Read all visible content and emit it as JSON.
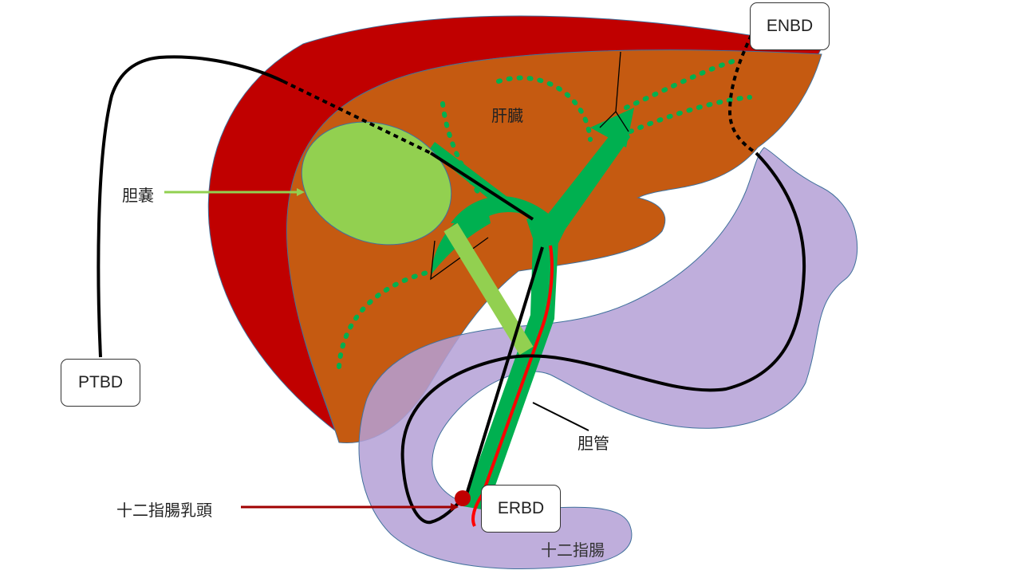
{
  "labels": {
    "liver": "肝臓",
    "gallbladder": "胆嚢",
    "bile_duct": "胆管",
    "papilla": "十二指腸乳頭",
    "duodenum": "十二指腸"
  },
  "drains": {
    "ptbd": "PTBD",
    "enbd": "ENBD",
    "erbd": "ERBD"
  },
  "colors": {
    "liver_outer": "#c00000",
    "liver_inner": "#c55a11",
    "gallbladder": "#92d050",
    "bile_duct": "#00b050",
    "duodenum": "#b4a0d6",
    "drain": "#000000",
    "erbd_stent": "#ff0000",
    "papilla_arrow": "#a00000"
  }
}
